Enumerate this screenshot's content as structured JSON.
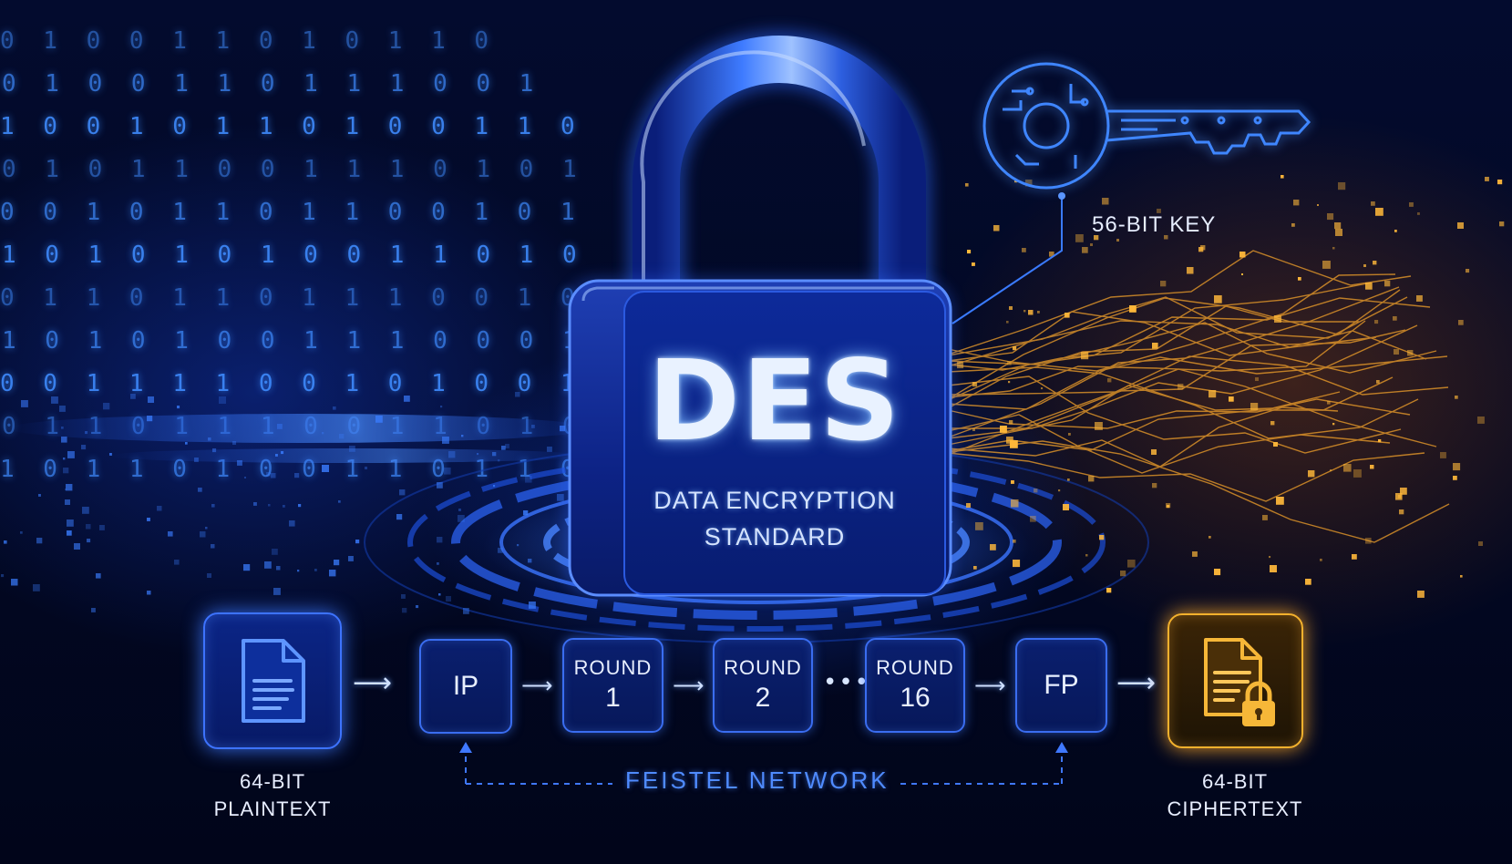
{
  "background": {
    "binary_rows": [
      "0 1 0 0 1 1 0 1 0 1 1 0",
      "0 1 0 0 1 1 0 1 1 1 0 0 1",
      "1 0 0 1 0 1 1 0 1 0 0 1 1 0",
      "0 1 0 1 1 0 0 1 1 1 0 1 0 1",
      "0 0 1 0 1 1 0 1 1 0 0 1 0 1",
      "1 0 1 0 1 0 1 0 0 1 1 0 1 0",
      "0 1 1 0 1 1 0 1 1 1 0 0 1 0",
      "1 0 1 0 1 0 0 1 1 1 0 0 0 1",
      "0 0 1 1 1 1 0 0 1 0 1 0 0 1",
      "0 1 1 0 1 1 1 0 0 1 1 0 1 0",
      "1 0 1 1 0 1 0 0 1 1 0 1 1 0"
    ],
    "colors": {
      "background": "#02071f",
      "blue_glow": "#3f8cff",
      "orange_glow": "#f3b12d"
    }
  },
  "lock": {
    "title": "DES",
    "subtitle_line1": "DATA ENCRYPTION",
    "subtitle_line2": "STANDARD"
  },
  "key": {
    "label": "56-BIT KEY",
    "icon": "circuit-key-icon"
  },
  "pipeline": {
    "input": {
      "icon": "document-icon",
      "label_line1": "64-BIT",
      "label_line2": "PLAINTEXT"
    },
    "stages": [
      {
        "id": "ip",
        "label": "IP"
      },
      {
        "id": "round1",
        "label": "ROUND",
        "number": "1"
      },
      {
        "id": "round2",
        "label": "ROUND",
        "number": "2"
      },
      {
        "id": "round16",
        "label": "ROUND",
        "number": "16"
      },
      {
        "id": "fp",
        "label": "FP"
      }
    ],
    "ellipsis": "•••",
    "output": {
      "icon": "locked-document-icon",
      "label_line1": "64-BIT",
      "label_line2": "CIPHERTEXT"
    },
    "feistel_label": "FEISTEL NETWORK"
  }
}
